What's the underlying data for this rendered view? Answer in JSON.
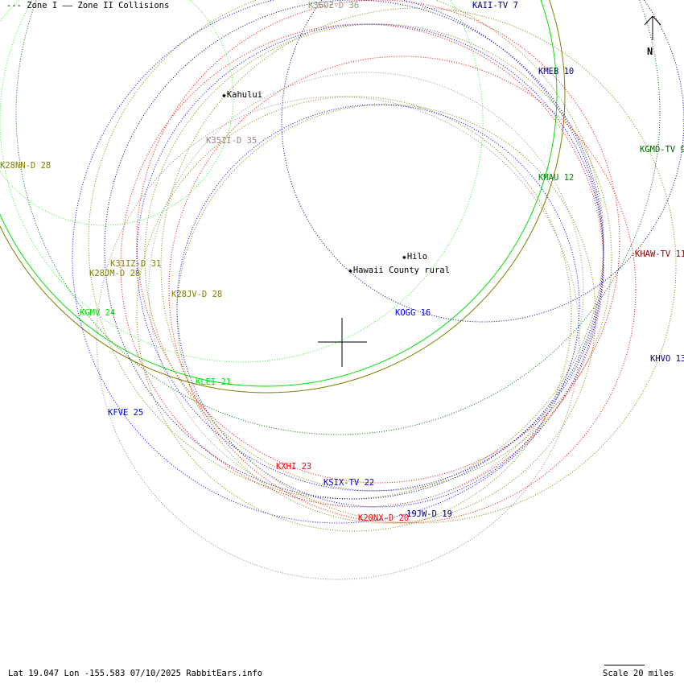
{
  "legend": {
    "zone1": "--- Zone I",
    "zone2": "—— Zone II Collisions"
  },
  "north_label": "N",
  "footer": {
    "coords": "Lat 19.047 Lon -155.583 07/10/2025 RabbitEars.info",
    "scale": "Scale 20 miles"
  },
  "cities": [
    {
      "name": "Kahului"
    },
    {
      "name": "Hilo"
    },
    {
      "name": "Hawaii County rural"
    }
  ],
  "stations": [
    {
      "label": "K36OZ-D 36",
      "color": "#8a9a7a"
    },
    {
      "label": "KAII-TV 7",
      "color": "#000080"
    },
    {
      "label": "KMEB 10",
      "color": "#000080"
    },
    {
      "label": "K35II-D 35",
      "color": "#a08080"
    },
    {
      "label": "K28NN-D 28",
      "color": "#808000"
    },
    {
      "label": "KGMD-TV 9",
      "color": "#006400"
    },
    {
      "label": "KMAU 12",
      "color": "#008000"
    },
    {
      "label": "KHAW-TV 11",
      "color": "#8b0000"
    },
    {
      "label": "K31IZ-D 31",
      "color": "#808000"
    },
    {
      "label": "K28JM-D 28",
      "color": "#808000"
    },
    {
      "label": "K28JV-D 28",
      "color": "#808000"
    },
    {
      "label": "KOGG 16",
      "color": "#0000ff"
    },
    {
      "label": "KGMV 24",
      "color": "#00e000"
    },
    {
      "label": "KHVO 13",
      "color": "#000080"
    },
    {
      "label": "KLEI 21",
      "color": "#00e000"
    },
    {
      "label": "KFVE 25",
      "color": "#0000ff"
    },
    {
      "label": "KXHI 23",
      "color": "#ff0000"
    },
    {
      "label": "KSIX-TV 22",
      "color": "#0000ff"
    },
    {
      "label": "K20NX-D 20",
      "color": "#ff0000"
    },
    {
      "label": "19JW-D 19",
      "color": "#000080"
    }
  ]
}
